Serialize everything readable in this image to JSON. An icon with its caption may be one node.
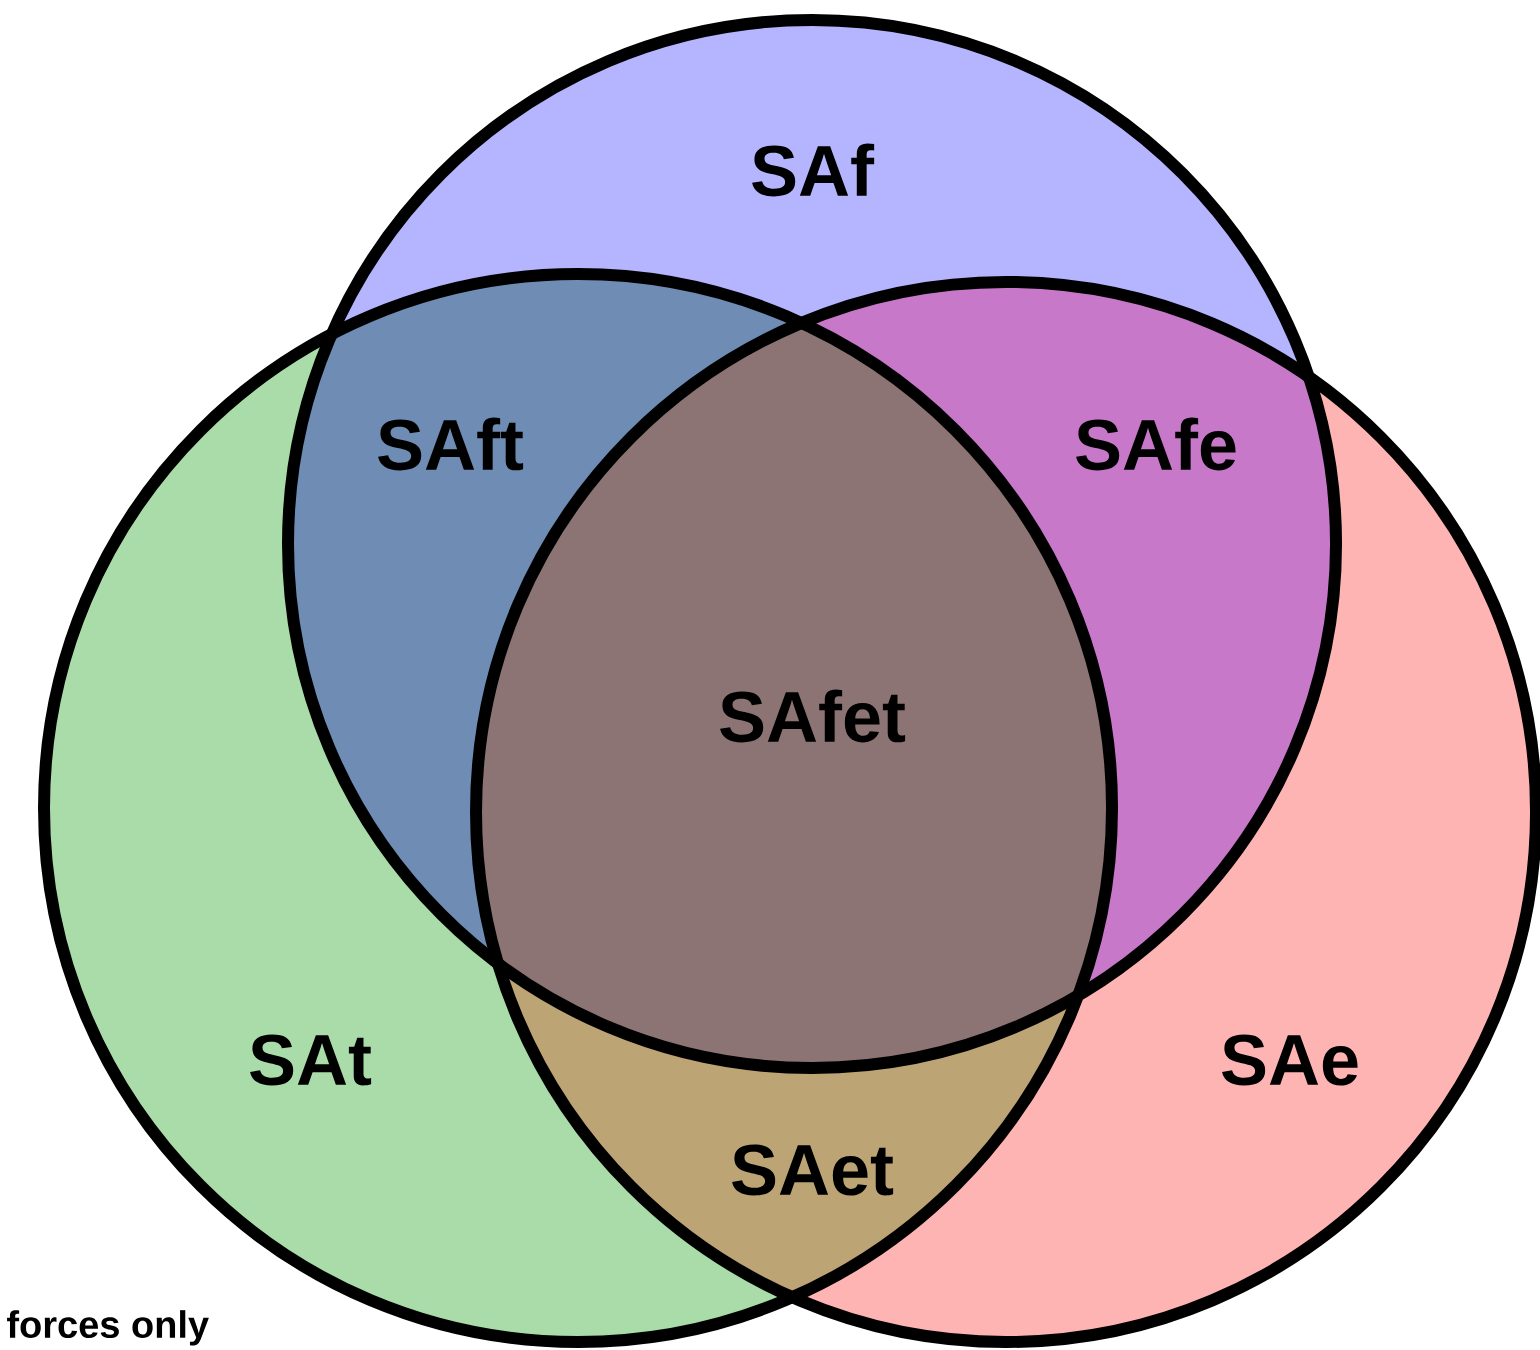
{
  "diagram": {
    "nodes": [
      {
        "text": [
          "SAf"
        ]
      },
      {
        "text": [
          "SAt"
        ]
      },
      {
        "text": [
          "SAe"
        ]
      }
    ],
    "labels": [
      "SAft",
      "SAfe",
      "SAfet",
      "SAet",
      "forces only"
    ]
  }
}
